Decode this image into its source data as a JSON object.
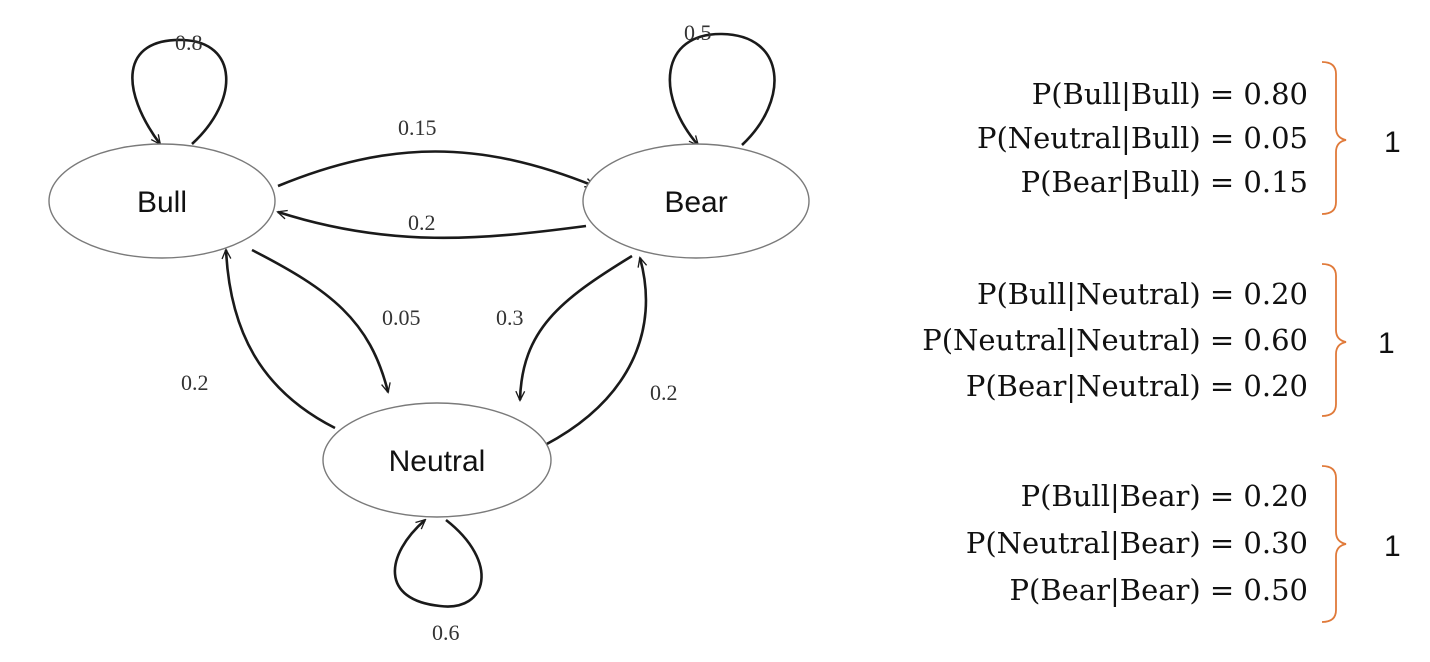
{
  "diagram": {
    "states": {
      "bull": "Bull",
      "bear": "Bear",
      "neutral": "Neutral"
    },
    "edge_labels": {
      "bull_self": "0.8",
      "bear_self": "0.5",
      "neutral_self": "0.6",
      "bull_to_bear": "0.15",
      "bear_to_bull": "0.2",
      "bull_to_neutral": "0.05",
      "neutral_to_bull": "0.2",
      "bear_to_neutral": "0.3",
      "neutral_to_bear": "0.2"
    }
  },
  "equations": {
    "bull_group": [
      "P(Bull|Bull) = 0.80",
      "P(Neutral|Bull) = 0.05",
      "P(Bear|Bull) = 0.15"
    ],
    "neutral_group": [
      "P(Bull|Neutral) = 0.20",
      "P(Neutral|Neutral) = 0.60",
      "P(Bear|Neutral) = 0.20"
    ],
    "bear_group": [
      "P(Bull|Bear) = 0.20",
      "P(Neutral|Bear) = 0.30",
      "P(Bear|Bear) = 0.50"
    ],
    "group_sum": "1"
  },
  "colors": {
    "brace": "#e07a3a",
    "edge": "#1a1a1a"
  }
}
